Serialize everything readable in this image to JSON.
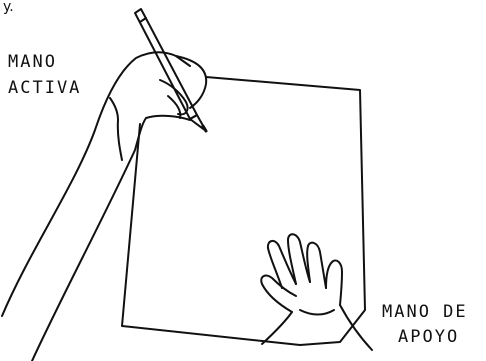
{
  "labels": {
    "active_hand_line1": "MANO",
    "active_hand_line2": "ACTIVA",
    "support_hand_line1": "MANO DE",
    "support_hand_line2": "APOYO"
  },
  "corner_mark": "y.",
  "colors": {
    "ink": "#111111",
    "background": "#ffffff"
  },
  "icons": [
    "pencil-icon"
  ]
}
